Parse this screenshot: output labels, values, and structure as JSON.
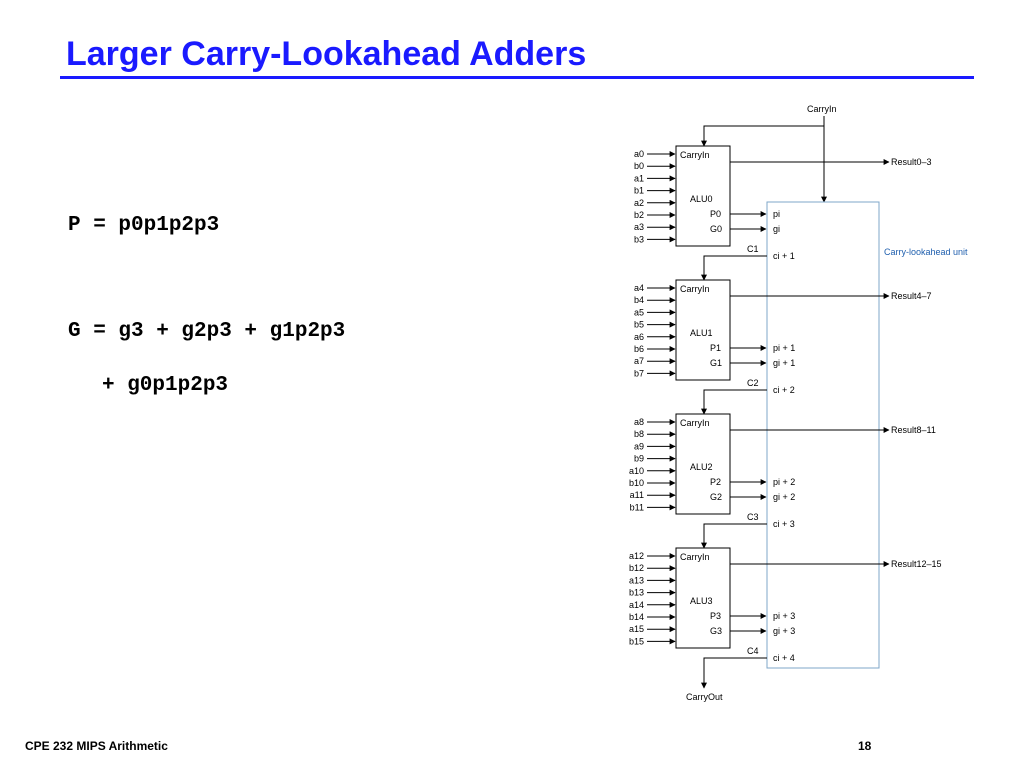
{
  "slide": {
    "title": "Larger Carry-Lookahead Adders",
    "equations": {
      "p_line": "P = p0p1p2p3",
      "g_line1": "G = g3 + g2p3 + g1p2p3",
      "g_line2": "+ g0p1p2p3"
    },
    "footer_left": "CPE 232 MIPS Arithmetic",
    "page_number": "18"
  },
  "diagram": {
    "carry_in_top": "CarryIn",
    "carry_out": "CarryOut",
    "cla_unit_label": "Carry-lookahead unit",
    "alus": [
      {
        "name": "ALU0",
        "carry_in": "CarryIn",
        "p_out": "P0",
        "g_out": "G0",
        "carry_label": "C1",
        "inputs": [
          "a0",
          "b0",
          "a1",
          "b1",
          "a2",
          "b2",
          "a3",
          "b3"
        ],
        "result": "Result0–3",
        "cla_p": "pi",
        "cla_g": "gi",
        "cla_c": "ci + 1"
      },
      {
        "name": "ALU1",
        "carry_in": "CarryIn",
        "p_out": "P1",
        "g_out": "G1",
        "carry_label": "C2",
        "inputs": [
          "a4",
          "b4",
          "a5",
          "b5",
          "a6",
          "b6",
          "a7",
          "b7"
        ],
        "result": "Result4–7",
        "cla_p": "pi + 1",
        "cla_g": "gi + 1",
        "cla_c": "ci + 2"
      },
      {
        "name": "ALU2",
        "carry_in": "CarryIn",
        "p_out": "P2",
        "g_out": "G2",
        "carry_label": "C3",
        "inputs": [
          "a8",
          "b8",
          "a9",
          "b9",
          "a10",
          "b10",
          "a11",
          "b11"
        ],
        "result": "Result8–11",
        "cla_p": "pi + 2",
        "cla_g": "gi + 2",
        "cla_c": "ci + 3"
      },
      {
        "name": "ALU3",
        "carry_in": "CarryIn",
        "p_out": "P3",
        "g_out": "G3",
        "carry_label": "C4",
        "inputs": [
          "a12",
          "b12",
          "a13",
          "b13",
          "a14",
          "b14",
          "a15",
          "b15"
        ],
        "result": "Result12–15",
        "cla_p": "pi + 3",
        "cla_g": "gi + 3",
        "cla_c": "ci + 4"
      }
    ]
  },
  "colors": {
    "title": "#1a1aff",
    "cla_box": "#7fa7c9",
    "cla_label": "#1f5fae"
  }
}
